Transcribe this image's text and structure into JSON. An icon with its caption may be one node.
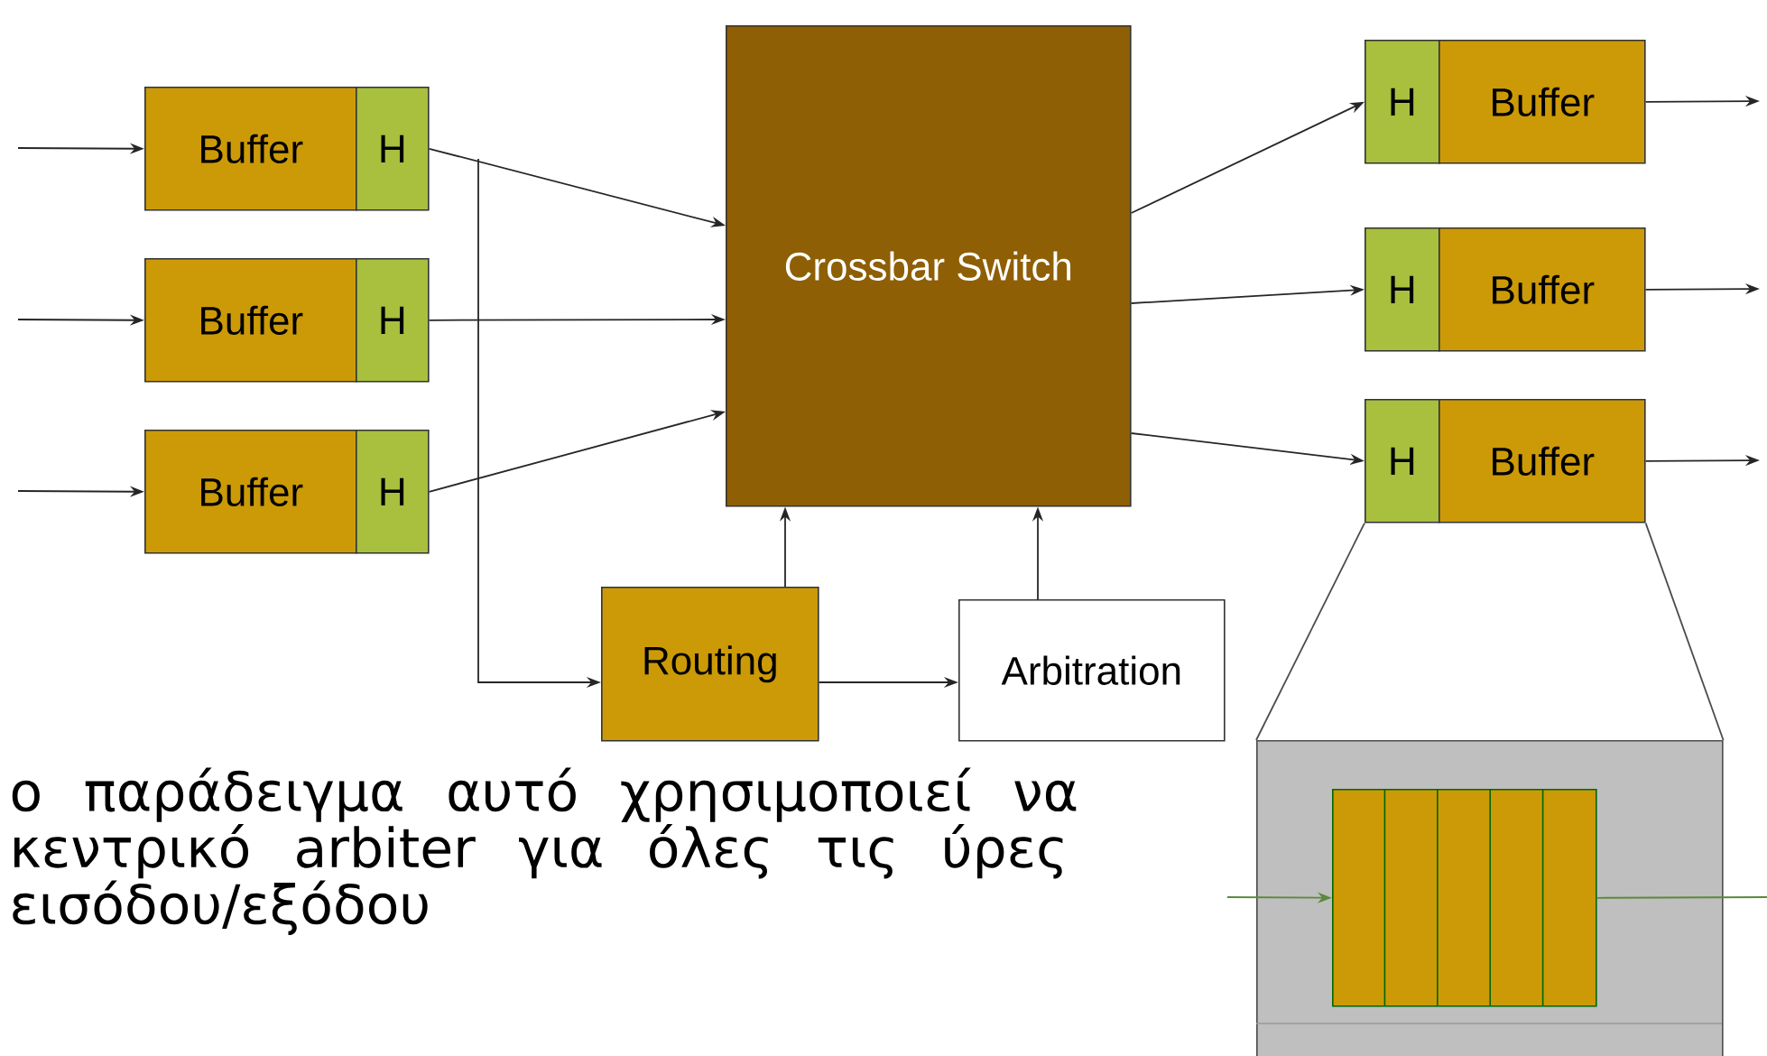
{
  "diagram": {
    "nodes": [
      {
        "text": [
          "Buffer"
        ]
      },
      {
        "text": [
          "H"
        ]
      },
      {
        "text": [
          "Buffer"
        ]
      },
      {
        "text": [
          "H"
        ]
      },
      {
        "text": [
          "Buffer"
        ]
      },
      {
        "text": [
          "H"
        ]
      },
      {
        "text": [
          "Crossbar Switch"
        ]
      },
      {
        "text": [
          "H"
        ]
      },
      {
        "text": [
          "Buffer"
        ]
      },
      {
        "text": [
          "H"
        ]
      },
      {
        "text": [
          "Buffer"
        ]
      },
      {
        "text": [
          "H"
        ]
      },
      {
        "text": [
          "Buffer"
        ]
      },
      {
        "text": [
          "Routing"
        ]
      },
      {
        "text": [
          "Arbitration"
        ]
      },
      {
        "text": [],
        "shape": "box"
      },
      {
        "text": [],
        "shape": "box",
        "in": 15
      }
    ],
    "edges": [
      {
        "from": null,
        "to": 0,
        "arrow": "to"
      },
      {
        "from": null,
        "to": 2,
        "arrow": "to"
      },
      {
        "from": null,
        "to": 4,
        "arrow": "to"
      },
      {
        "from": 1,
        "to": 6,
        "arrow": "to"
      },
      {
        "from": 3,
        "to": 6,
        "arrow": "to"
      },
      {
        "from": 5,
        "to": 6,
        "arrow": "to"
      },
      {
        "from": 1,
        "to": 13,
        "arrow": "to"
      },
      {
        "from": 13,
        "to": 6,
        "arrow": "to"
      },
      {
        "from": 14,
        "to": 6,
        "arrow": "to"
      },
      {
        "from": 13,
        "to": 14,
        "arrow": "to"
      },
      {
        "from": 6,
        "to": 7,
        "arrow": "to"
      },
      {
        "from": 6,
        "to": 9,
        "arrow": "to"
      },
      {
        "from": 6,
        "to": 11,
        "arrow": "to"
      },
      {
        "from": 8,
        "to": null,
        "arrow": "to"
      },
      {
        "from": 10,
        "to": null,
        "arrow": "to"
      },
      {
        "from": 12,
        "to": null,
        "arrow": "to"
      },
      {
        "from": null,
        "to": 16,
        "arrow": "to",
        "color": "#5a8a3a"
      },
      {
        "from": 16,
        "to": null,
        "arrow": "none",
        "color": "#5a8a3a"
      },
      {
        "from": 11,
        "to": 15,
        "arrow": "none"
      },
      {
        "from": 12,
        "to": 15,
        "arrow": "none"
      }
    ],
    "labels": [
      "ο παράδειγμα αυτό χρησιμοποιεί να κεντρικό arbiter για όλες τις ύρες εισόδου/εξόδου"
    ]
  }
}
